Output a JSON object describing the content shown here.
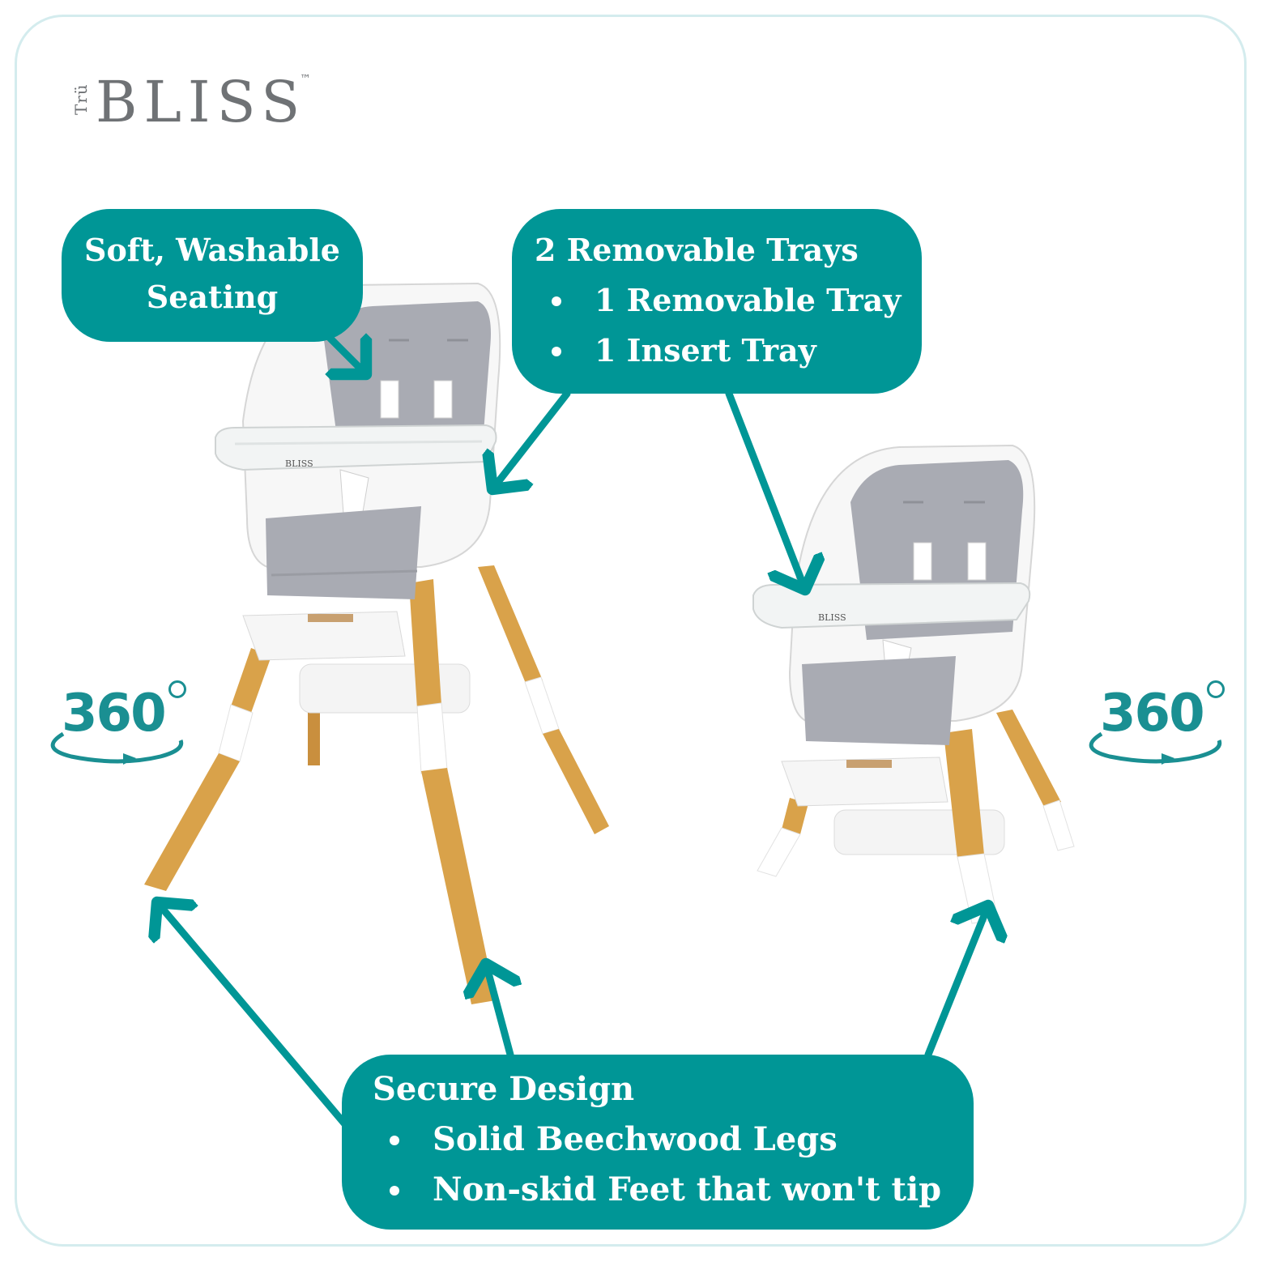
{
  "brand": {
    "logo_prefix": "Trü",
    "logo_word": "BLISS",
    "logo_tm": "™",
    "tray_logo": "BLISS"
  },
  "callouts": {
    "seating": {
      "line1": "Soft, Washable",
      "line2": "Seating"
    },
    "trays": {
      "title": "2 Removable Trays",
      "items": [
        "1 Removable Tray",
        "1 Insert Tray"
      ]
    },
    "secure": {
      "title": "Secure Design",
      "items": [
        "Solid Beechwood Legs",
        "Non-skid Feet that won't tip"
      ]
    }
  },
  "rotation": {
    "left_label": "360",
    "right_label": "360"
  },
  "colors": {
    "teal": "#009696",
    "teal_dark": "#1a8f92",
    "card_border": "#d4ecee",
    "logo_gray": "#6f7275",
    "seat_gray": "#a9abb3",
    "wood": "#d9a24a",
    "shell_white": "#f7f7f7"
  },
  "icons": {
    "rotate_left": "rotate-360-icon",
    "rotate_right": "rotate-360-icon"
  }
}
